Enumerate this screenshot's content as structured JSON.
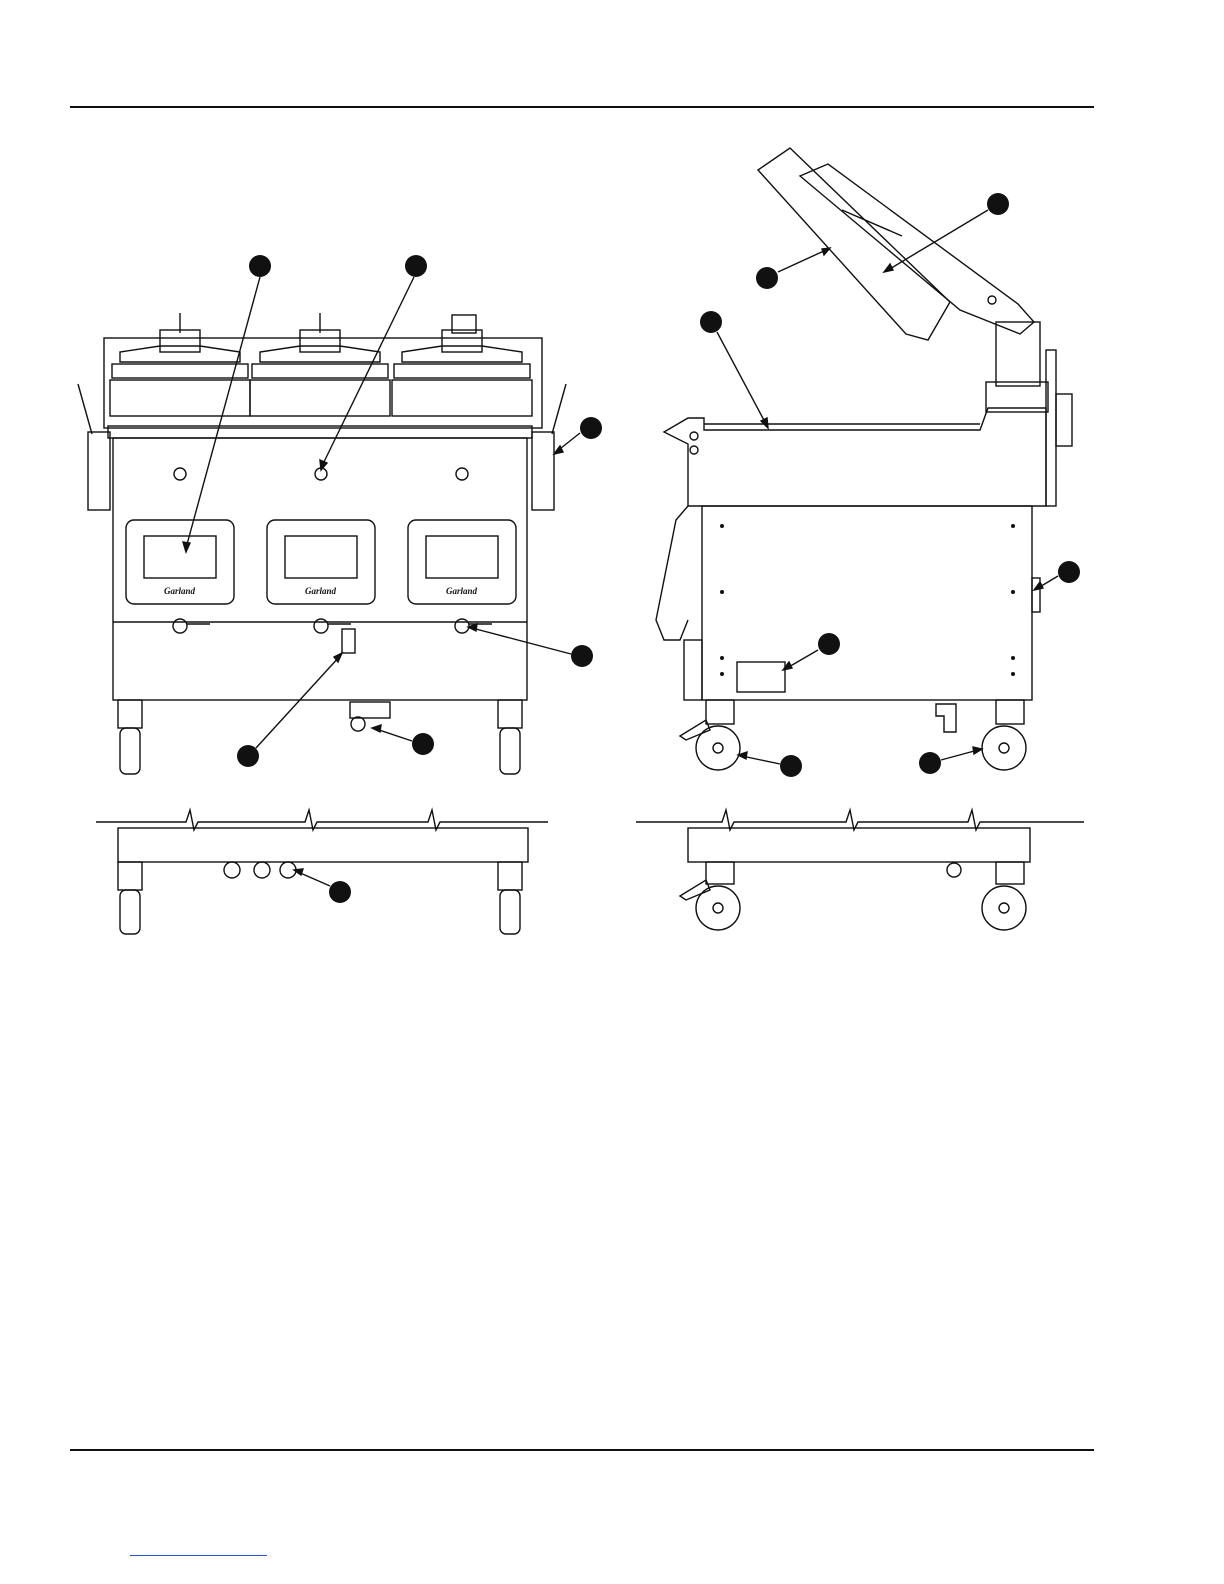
{
  "panels": {
    "front": {
      "brand_labels": [
        "Garland",
        "Garland",
        "Garland"
      ]
    },
    "side": {}
  },
  "callouts": {
    "front_count": 7,
    "side_count": 7,
    "color": "#111111"
  },
  "colors": {
    "line": "#111111",
    "paper": "#ffffff",
    "footer_link": "#2b4fd6"
  }
}
